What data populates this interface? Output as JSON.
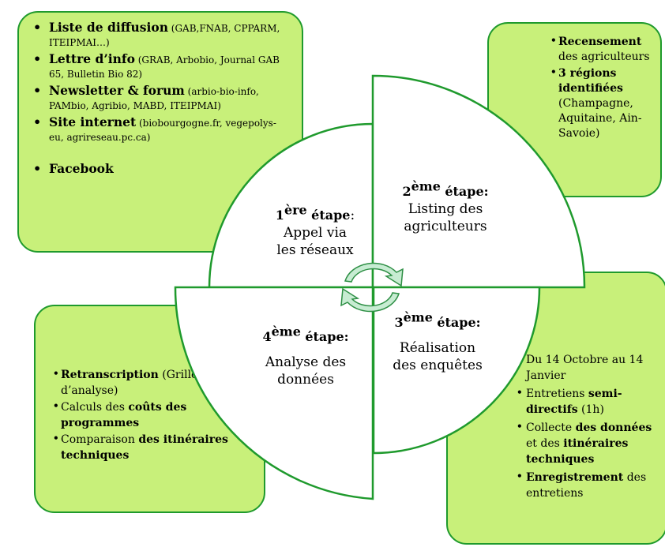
{
  "box_top_left": {
    "items": [
      {
        "bold": "Liste de diffusion",
        "text": " (GAB,FNAB, CPPARM, ITEIPMAI…)"
      },
      {
        "bold": "Lettre d’info",
        "text": " (GRAB, Arbobio, Journal GAB 65, Bulletin Bio 82)"
      },
      {
        "bold": "Newsletter & forum",
        "text": " (arbio-bio-info, PAMbio, Agribio, MABD, ITEIPMAI)"
      },
      {
        "bold": "Site internet",
        "text": " (biobourgogne.fr, vegepolys-eu, agrireseau.pc.ca)"
      },
      {
        "bold": "Facebook",
        "text": ""
      }
    ]
  },
  "box_top_right": {
    "items": [
      {
        "bold": "Recensement",
        "text": " des agriculteurs"
      },
      {
        "bold": "3 régions identifiées",
        "text": " (Champagne, Aquitaine, Ain-Savoie)"
      }
    ]
  },
  "box_bottom_left": {
    "items": [
      {
        "bold": "Retranscription",
        "text": " (Grille d’analyse)"
      },
      {
        "pre": "Calculs des ",
        "bold": "coûts des programmes"
      },
      {
        "pre": "Comparaison ",
        "bold": "des itinéraires techniques"
      }
    ]
  },
  "box_bottom_right": {
    "item1": "Du 14 Octobre au 14 Janvier",
    "item2_pre": "Entretiens ",
    "item2_bold": "semi-directifs",
    "item2_post": " (1h)",
    "item3_pre": "Collecte ",
    "item3_bold1": "des données",
    "item3_mid": " et des ",
    "item3_bold2": "itinéraires techniques",
    "item4_bold": "Enregistrement",
    "item4_post": " des entretiens"
  },
  "stages": {
    "s1": {
      "num": "1",
      "sup": "ère",
      "word": "étape",
      "colon": ":",
      "line1": "Appel via",
      "line2": "les réseaux"
    },
    "s2": {
      "num": "2",
      "sup": "ème",
      "word": "étape:",
      "line1": "Listing des",
      "line2": "agriculteurs"
    },
    "s3": {
      "num": "3",
      "sup": "ème",
      "word": "étape:",
      "line1": "Réalisation",
      "line2": "des enquêtes"
    },
    "s4": {
      "num": "4",
      "sup": "ème",
      "word": "étape:",
      "line1": "Analyse des",
      "line2": "données"
    }
  },
  "colors": {
    "box_fill": "#c8f07a",
    "box_border": "#1f9a2d",
    "arrow_fill": "#c7ecd2",
    "arrow_border": "#2e8f45"
  }
}
